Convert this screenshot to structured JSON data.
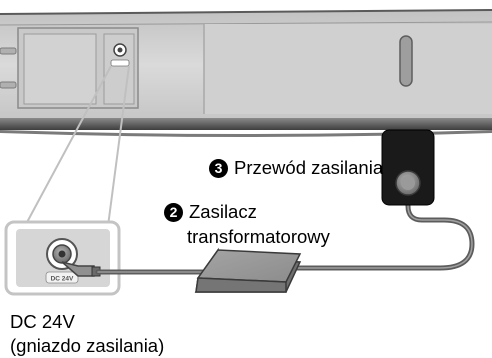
{
  "callouts": {
    "power_cord": {
      "number": "3",
      "text": "Przewód zasilania"
    },
    "ac_adapter": {
      "number": "2",
      "line1": "Zasilacz",
      "line2": "transformatorowy"
    },
    "dc_jack": {
      "line1": "DC 24V",
      "line2": "(gniazdo zasilania)"
    }
  },
  "jack_marking": "DC 24V",
  "colors": {
    "device_body": "#d4d4d4",
    "device_edge": "#6e6e6e",
    "zoom_frame": "#bdbdbd",
    "wall_outlet": "#1c1c1c",
    "adapter": "#8a8a8a",
    "cable": "#707070"
  }
}
